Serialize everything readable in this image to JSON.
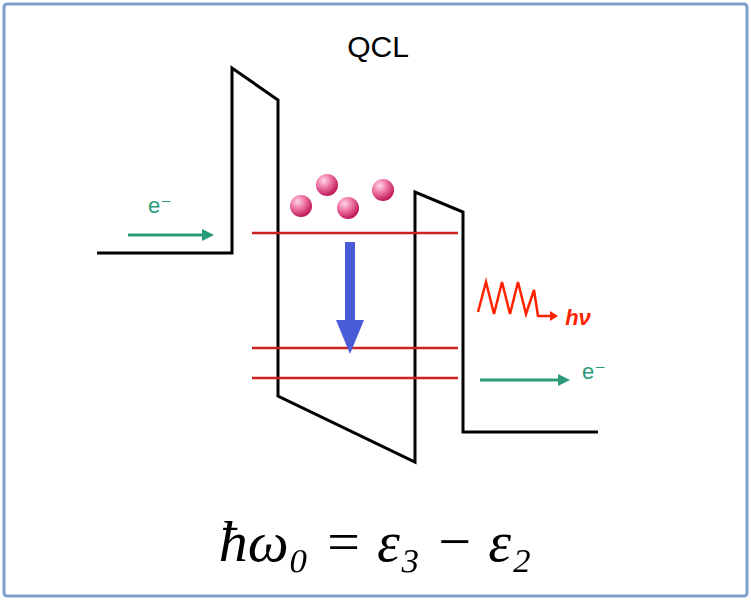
{
  "diagram": {
    "labels": [
      "QCL",
      "e⁻",
      "hν",
      "e⁻",
      "ħω₀ = ε₃ − ε₂"
    ]
  }
}
